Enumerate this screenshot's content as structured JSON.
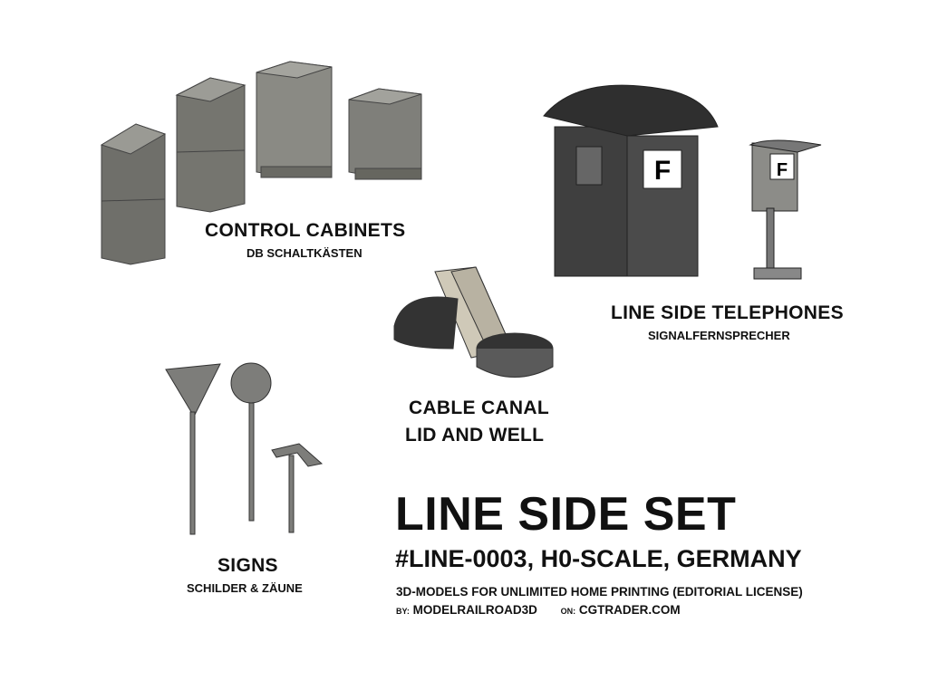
{
  "groups": {
    "control_cabinets": {
      "title": "CONTROL CABINETS",
      "subtitle": "DB SCHALTKÄSTEN"
    },
    "line_side_telephones": {
      "title": "LINE SIDE TELEPHONES",
      "subtitle": "SIGNALFERNSPRECHER",
      "sign_letter": "F"
    },
    "cable_canal": {
      "title_line1": "CABLE CANAL",
      "title_line2": "LID AND WELL"
    },
    "signs": {
      "title": "SIGNS",
      "subtitle": "SCHILDER & ZÄUNE"
    }
  },
  "product": {
    "title": "LINE SIDE SET",
    "code_line": "#LINE-0003, H0-SCALE, GERMANY",
    "license_line": "3D-MODELS FOR UNLIMITED HOME PRINTING (EDITORIAL LICENSE)",
    "by_label": "BY:",
    "by_value": "MODELRAILROAD3D",
    "on_label": "ON:",
    "on_value": "CGTRADER.COM"
  }
}
